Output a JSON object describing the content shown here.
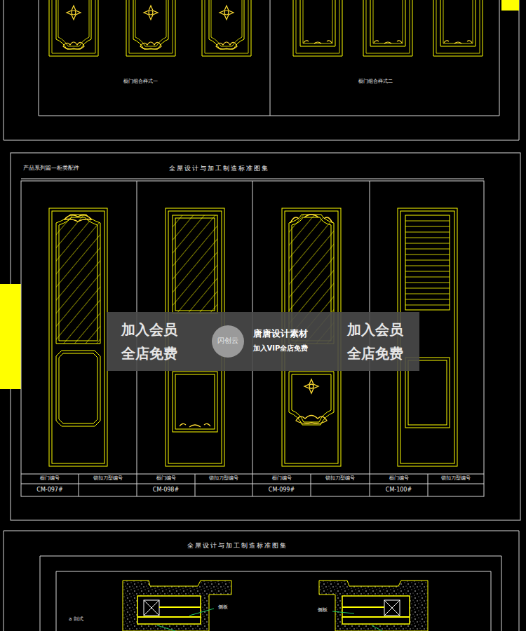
{
  "diagram": {
    "labels": [
      "橱门组合样式一",
      "橱门组合样式二",
      "产品系列篇—柜类配件",
      "全屋设计与加工制造标准图集",
      "橱门编号",
      "锁扣刀型编号",
      "橱门编号",
      "锁扣刀型编号",
      "橱门编号",
      "锁扣刀型编号",
      "橱门编号",
      "锁扣刀型编号",
      "CM-097#",
      "CM-098#",
      "CM-099#",
      "CM-100#",
      "加入会员",
      "全店免费",
      "闪创云",
      "唐唐设计素材",
      "加入VIP全店免费",
      "加入会员",
      "全店免费",
      "全屋设计与加工制造标准图集",
      "a 剖式",
      "侧板",
      "侧板"
    ]
  }
}
